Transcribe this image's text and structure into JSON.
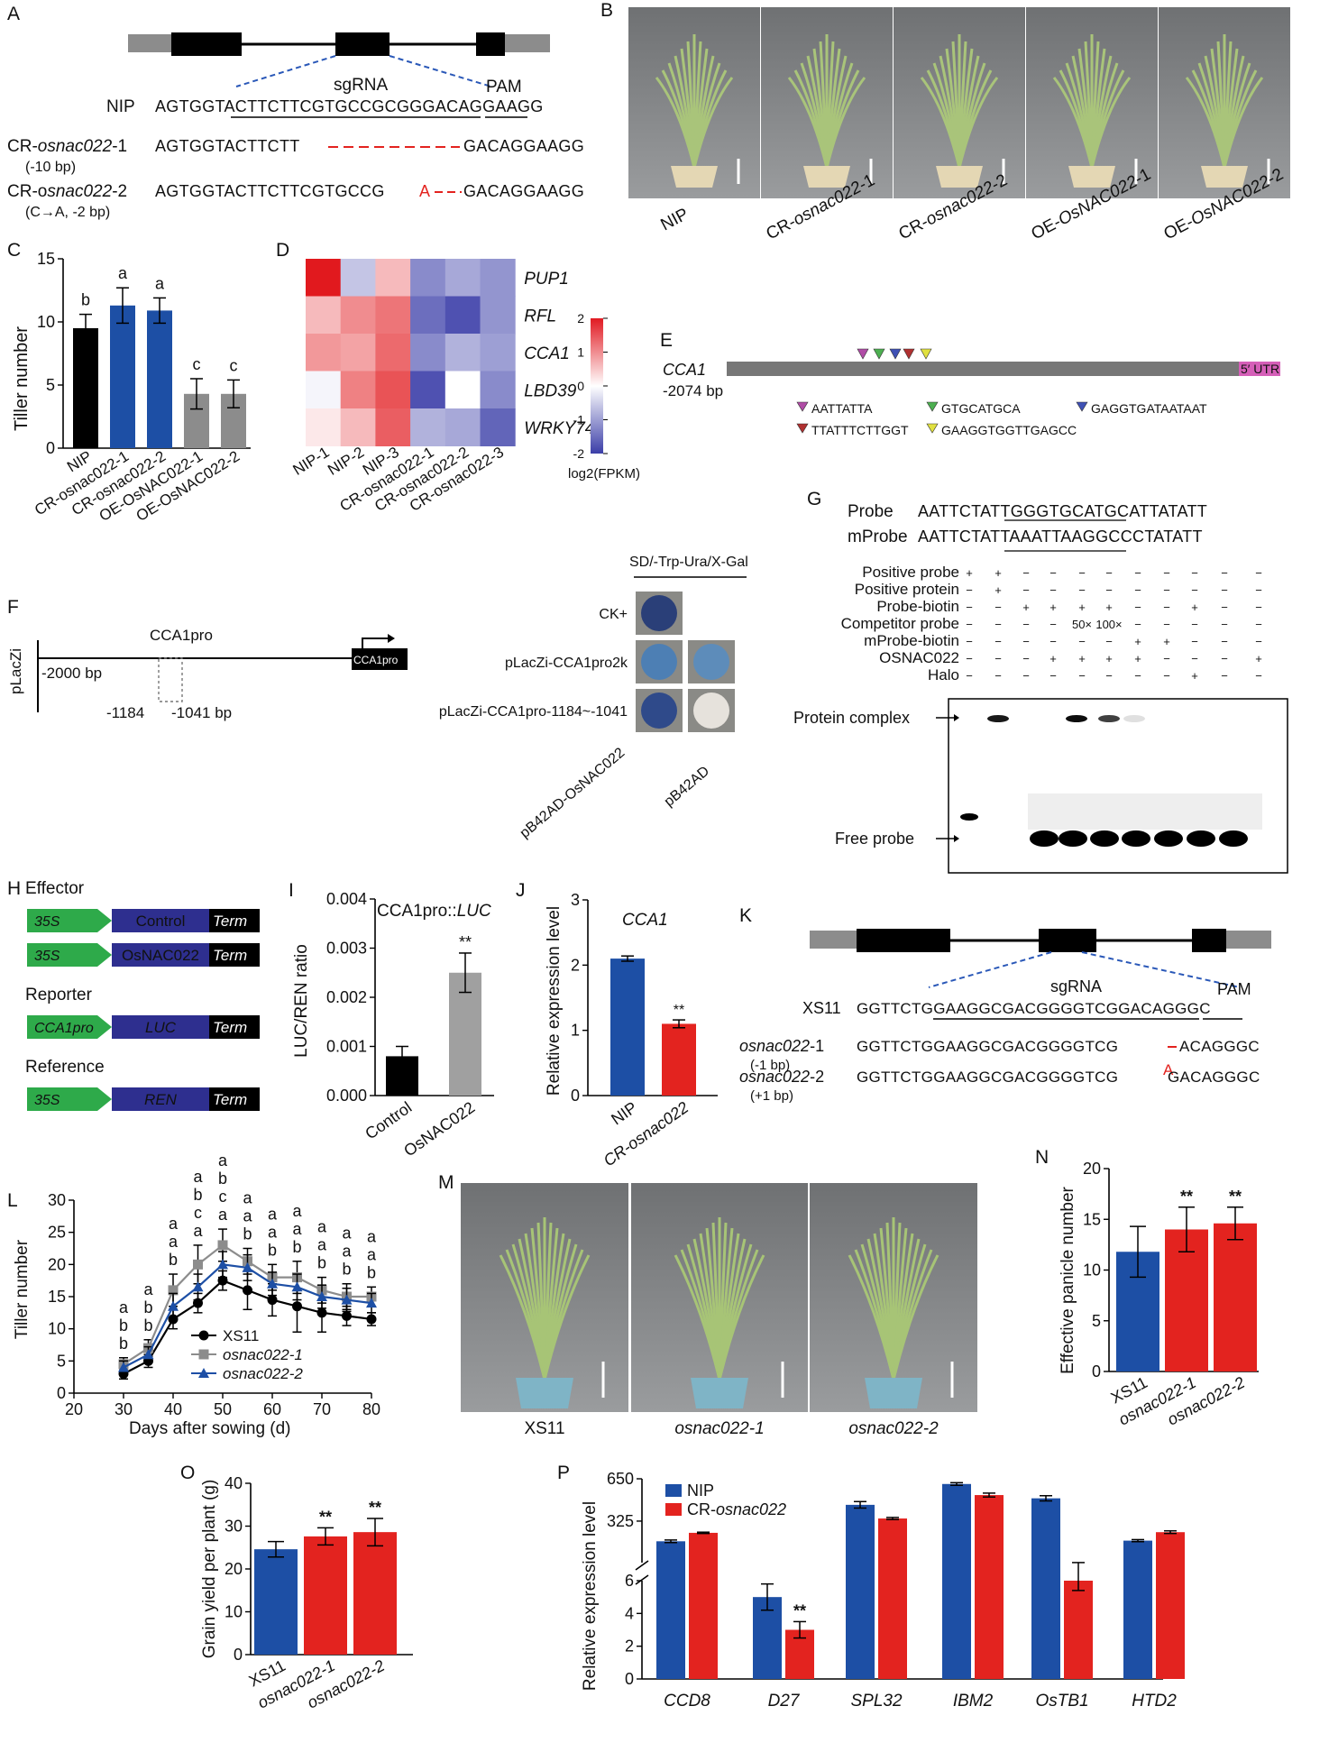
{
  "panels": {
    "A": {
      "letter": "A",
      "sgrna": "sgRNA",
      "pam": "PAM",
      "rows": [
        {
          "name": "NIP",
          "seq_pre": "AGTGGT",
          "seq_sg": "ACTTCTTCGTGCCGCGGGAC",
          "seq_pam": "AGG",
          "seq_post": "AAGG"
        },
        {
          "name_pre": "CR-",
          "name_it": "osnac022",
          "name_post": "-1",
          "note": "(-10 bp)",
          "seq_pre": "AGTGGTACTTCTT",
          "seq_post": "GACAGGAAGG"
        },
        {
          "name_pre": "CR-o",
          "name_it": "snac022",
          "name_post": "-2",
          "note": "(C→A, -2 bp)",
          "seq_pre": "AGTGGTACTTCTTCGTGCCG",
          "mut": "A",
          "seq_post": "GACAGGAAGG"
        }
      ]
    },
    "B": {
      "letter": "B",
      "labels": [
        "NIP",
        "CR-osnac022-1",
        "CR-osnac022-2",
        "OE-OsNAC022-1",
        "OE-OsNAC022-2"
      ]
    },
    "C": {
      "letter": "C",
      "ylabel": "Tiller number",
      "yticks": [
        "0",
        "5",
        "10",
        "15"
      ],
      "xlabels": [
        "NIP",
        "CR-osnac022-1",
        "CR-osnac022-2",
        "OE-OsNAC022-1",
        "OE-OsNAC022-2"
      ],
      "letters": [
        "b",
        "a",
        "a",
        "c",
        "c"
      ]
    },
    "D": {
      "letter": "D",
      "genes": [
        "PUP1",
        "RFL",
        "CCA1",
        "LBD39",
        "WRKY74"
      ],
      "samples": [
        "NIP-1",
        "NIP-2",
        "NIP-3",
        "CR-osnac022-1",
        "CR-osnac022-2",
        "CR-osnac022-3"
      ],
      "scale_ticks": [
        "2",
        "1",
        "0",
        "-1",
        "-2"
      ],
      "scale_label": "log2(FPKM)"
    },
    "E": {
      "letter": "E",
      "gene": "CCA1",
      "start": "-2074 bp",
      "utr": "5′ UTR",
      "motifs": [
        {
          "seq": "AATTATTA",
          "color": "#b04ca6"
        },
        {
          "seq": "GTGCATGCA",
          "color": "#4caf50"
        },
        {
          "seq": "GAGGTGATAATAAT",
          "color": "#3f51b5"
        },
        {
          "seq": "TTATTTCTTGGT",
          "color": "#b03030"
        },
        {
          "seq": "GAAGGTGGTTGAGCC",
          "color": "#e0e040"
        }
      ]
    },
    "F": {
      "letter": "F",
      "vector": "pLacZi",
      "promoter": "CCA1pro",
      "box": "CCA1pro",
      "start": "-2000 bp",
      "frag_start": "-1184",
      "frag_end": "-1041 bp",
      "medium": "SD/-Trp-Ura/X-Gal",
      "rows": [
        "CK+",
        "pLacZi-CCA1pro2k",
        "pLacZi-CCA1pro-1184~-1041"
      ],
      "columns": [
        "pB42AD-OsNAC022",
        "pB42AD"
      ]
    },
    "G": {
      "letter": "G",
      "probe_name": "Probe",
      "probe_pre": "AATTCTATT",
      "probe_core": "GGGTGCATGCAT",
      "probe_post": "TATATT",
      "mprobe_name": "mProbe",
      "mprobe_pre": "AATTCTATT",
      "mprobe_core": "AAATTAAGGCCC",
      "mprobe_post": "TATATT",
      "conditions": [
        {
          "label": "Positive probe",
          "marks": [
            "+",
            "+",
            "−",
            "−",
            "−",
            "−",
            "−",
            "−",
            "−",
            "−",
            "−"
          ]
        },
        {
          "label": "Positive protein",
          "marks": [
            "−",
            "+",
            "−",
            "−",
            "−",
            "−",
            "−",
            "−",
            "−",
            "−",
            "−"
          ]
        },
        {
          "label": "Probe-biotin",
          "marks": [
            "−",
            "−",
            "+",
            "+",
            "+",
            "+",
            "−",
            "−",
            "+",
            "−",
            "−"
          ]
        },
        {
          "label": "Competitor probe",
          "marks": [
            "−",
            "−",
            "−",
            "−",
            "50×",
            "100×",
            "−",
            "−",
            "−",
            "−",
            "−"
          ]
        },
        {
          "label": "mProbe-biotin",
          "marks": [
            "−",
            "−",
            "−",
            "−",
            "−",
            "−",
            "+",
            "+",
            "−",
            "−",
            "−"
          ]
        },
        {
          "label": "OSNAC022",
          "marks": [
            "−",
            "−",
            "−",
            "+",
            "+",
            "+",
            "+",
            "−",
            "−",
            "−",
            "+"
          ]
        },
        {
          "label": "Halo",
          "marks": [
            "−",
            "−",
            "−",
            "−",
            "−",
            "−",
            "−",
            "−",
            "+",
            "−",
            "−"
          ]
        }
      ],
      "complex_label": "Protein complex",
      "free_label": "Free probe"
    },
    "H": {
      "letter": "H",
      "groups": [
        {
          "title": "Effector",
          "constructs": [
            [
              "35S",
              "Control",
              "Term"
            ],
            [
              "35S",
              "OsNAC022",
              "Term"
            ]
          ]
        },
        {
          "title": "Reporter",
          "constructs": [
            [
              "CCA1pro",
              "LUC",
              "Term"
            ]
          ]
        },
        {
          "title": "Reference",
          "constructs": [
            [
              "35S",
              "REN",
              "Term"
            ]
          ]
        }
      ]
    },
    "I": {
      "letter": "I",
      "title_pre": "CCA1pro::",
      "title_it": "LUC",
      "ylabel": "LUC/REN ratio",
      "yticks": [
        "0.000",
        "0.001",
        "0.002",
        "0.003",
        "0.004"
      ],
      "xlabels": [
        "Control",
        "OsNAC022"
      ],
      "sig": "**"
    },
    "J": {
      "letter": "J",
      "title": "CCA1",
      "ylabel": "Relative expression level",
      "yticks": [
        "0",
        "1",
        "2",
        "3"
      ],
      "xlabels": [
        "NIP",
        "CR-osnac022"
      ],
      "sig": "**"
    },
    "K": {
      "letter": "K",
      "sgrna": "sgRNA",
      "pam": "PAM",
      "rows": [
        {
          "name": "XS11",
          "seq_pre": "GGTTCTG",
          "seq_sg": "GAAGGCGACGGGGTCGGAC",
          "seq_pam": "AGG",
          "seq_post": "GC"
        },
        {
          "name_it": "osnac022",
          "name_post": "-1",
          "note": "(-1 bp)",
          "seq_pre": "GGTTCTGGAAGGCGACGGGGTCG",
          "seq_post": "ACAGGGC"
        },
        {
          "name_it": "osnac022",
          "name_post": "-2",
          "note": "(+1 bp)",
          "seq_pre": "GGTTCTGGAAGGCGACGGGGTCG",
          "mut": "A",
          "seq_post": "GACAGGGC"
        }
      ]
    },
    "L": {
      "letter": "L",
      "ylabel": "Tiller number",
      "xlabel": "Days after sowing (d)",
      "yticks": [
        "0",
        "5",
        "10",
        "15",
        "20",
        "25",
        "30"
      ],
      "xticks": [
        "20",
        "30",
        "40",
        "50",
        "60",
        "70",
        "80"
      ],
      "legend": [
        "XS11",
        "osnac022-1",
        "osnac022-2"
      ],
      "sig_groups": [
        [
          "a",
          "b",
          "b"
        ],
        [
          "a",
          "b",
          "b"
        ],
        [
          "a",
          "a",
          "b"
        ],
        [
          "a",
          "b",
          "c",
          "a"
        ],
        [
          "a",
          "b",
          "c",
          "a"
        ],
        [
          "a",
          "a",
          "b"
        ],
        [
          "a",
          "a",
          "b"
        ],
        [
          "a",
          "a",
          "b"
        ],
        [
          "a",
          "a",
          "b"
        ],
        [
          "a",
          "a",
          "b"
        ],
        [
          "a",
          "a",
          "b"
        ]
      ]
    },
    "M": {
      "letter": "M",
      "labels": [
        "XS11",
        "osnac022-1",
        "osnac022-2"
      ]
    },
    "N": {
      "letter": "N",
      "ylabel": "Effective panicle number",
      "yticks": [
        "0",
        "5",
        "10",
        "15",
        "20"
      ],
      "xlabels": [
        "XS11",
        "osnac022-1",
        "osnac022-2"
      ],
      "sig": [
        "",
        "**",
        "**"
      ]
    },
    "O": {
      "letter": "O",
      "ylabel": "Grain yield per plant (g)",
      "yticks": [
        "0",
        "10",
        "20",
        "30",
        "40"
      ],
      "xlabels": [
        "XS11",
        "osnac022-1",
        "osnac022-2"
      ],
      "sig": [
        "",
        "**",
        "**"
      ]
    },
    "P": {
      "letter": "P",
      "ylabel": "Relative expression level",
      "yticks_top": [
        "325",
        "650"
      ],
      "yticks_bottom": [
        "0",
        "2",
        "4",
        "6"
      ],
      "legend": [
        "NIP",
        "CR-osnac022"
      ],
      "genes": [
        "CCD8",
        "D27",
        "SPL32",
        "IBM2",
        "OsTB1",
        "HTD2"
      ],
      "sig": "**"
    }
  },
  "colors": {
    "blue": "#1d4fa5",
    "red": "#e3231f",
    "grey": "#8c8c8c",
    "black": "#000000",
    "green": "#2eaa4a",
    "navy": "#2e2f8f"
  },
  "chart_data": [
    {
      "type": "bar",
      "panel": "C",
      "ylabel": "Tiller number",
      "ylim": [
        0,
        15
      ],
      "categories": [
        "NIP",
        "CR-osnac022-1",
        "CR-osnac022-2",
        "OE-OsNAC022-1",
        "OE-OsNAC022-2"
      ],
      "values": [
        9.5,
        11.3,
        10.9,
        4.3,
        4.3
      ],
      "errors": [
        1.1,
        1.4,
        1.0,
        1.2,
        1.1
      ],
      "colors": [
        "#000000",
        "#1d4fa5",
        "#1d4fa5",
        "#8c8c8c",
        "#8c8c8c"
      ]
    },
    {
      "type": "heatmap",
      "panel": "D",
      "zlim": [
        -2,
        2
      ],
      "rows": [
        "PUP1",
        "RFL",
        "CCA1",
        "LBD39",
        "WRKY74"
      ],
      "columns": [
        "NIP-1",
        "NIP-2",
        "NIP-3",
        "CR-osnac022-1",
        "CR-osnac022-2",
        "CR-osnac022-3"
      ],
      "values": [
        [
          2.0,
          -0.6,
          0.6,
          -1.2,
          -0.9,
          -1.1
        ],
        [
          0.6,
          1.0,
          1.2,
          -1.5,
          -1.8,
          -1.1
        ],
        [
          0.9,
          0.8,
          1.3,
          -1.2,
          -0.8,
          -1.0
        ],
        [
          -0.1,
          1.1,
          1.5,
          -1.8,
          0.0,
          -1.2
        ],
        [
          0.2,
          0.6,
          1.4,
          -0.8,
          -0.9,
          -1.6
        ]
      ]
    },
    {
      "type": "bar",
      "panel": "I",
      "title": "CCA1pro::LUC",
      "ylabel": "LUC/REN ratio",
      "ylim": [
        0,
        0.004
      ],
      "categories": [
        "Control",
        "OsNAC022"
      ],
      "values": [
        0.0008,
        0.0025
      ],
      "errors": [
        0.0002,
        0.0004
      ],
      "colors": [
        "#000000",
        "#a0a0a0"
      ]
    },
    {
      "type": "bar",
      "panel": "J",
      "title": "CCA1",
      "ylabel": "Relative expression level",
      "ylim": [
        0,
        3
      ],
      "categories": [
        "NIP",
        "CR-osnac022"
      ],
      "values": [
        2.1,
        1.1
      ],
      "errors": [
        0.04,
        0.06
      ],
      "colors": [
        "#1d4fa5",
        "#e3231f"
      ]
    },
    {
      "type": "line",
      "panel": "L",
      "xlabel": "Days after sowing (d)",
      "ylabel": "Tiller number",
      "xlim": [
        20,
        80
      ],
      "ylim": [
        0,
        30
      ],
      "x": [
        30,
        35,
        40,
        45,
        50,
        55,
        60,
        65,
        70,
        75,
        80
      ],
      "series": [
        {
          "name": "XS11",
          "values": [
            3,
            5,
            11.5,
            14,
            17.5,
            16,
            14.5,
            13.5,
            12.5,
            12,
            11.5
          ],
          "errors": [
            0.8,
            1.0,
            1.5,
            1.5,
            1.5,
            3.0,
            2.5,
            4.0,
            3.0,
            1.5,
            1.0
          ],
          "color": "#000000",
          "marker": "circle"
        },
        {
          "name": "osnac022-1",
          "values": [
            4.5,
            7,
            16,
            20,
            23,
            20.5,
            18,
            18,
            16,
            15,
            15
          ],
          "errors": [
            1.0,
            1.3,
            2.5,
            3.0,
            2.5,
            2.0,
            2.0,
            2.5,
            2.0,
            2.0,
            1.5
          ],
          "color": "#8c8c8c",
          "marker": "square"
        },
        {
          "name": "osnac022-2",
          "values": [
            4,
            6,
            13.5,
            16.5,
            20,
            19.5,
            17,
            16.5,
            15,
            14.5,
            14
          ],
          "errors": [
            1.0,
            1.2,
            2.0,
            2.0,
            2.0,
            2.0,
            1.8,
            2.0,
            1.8,
            1.8,
            1.5
          ],
          "color": "#1d4fa5",
          "marker": "triangle"
        }
      ]
    },
    {
      "type": "bar",
      "panel": "N",
      "ylabel": "Effective panicle number",
      "ylim": [
        0,
        20
      ],
      "categories": [
        "XS11",
        "osnac022-1",
        "osnac022-2"
      ],
      "values": [
        11.8,
        14,
        14.6
      ],
      "errors": [
        2.5,
        2.2,
        1.6
      ],
      "colors": [
        "#1d4fa5",
        "#e3231f",
        "#e3231f"
      ]
    },
    {
      "type": "bar",
      "panel": "O",
      "ylabel": "Grain yield per plant (g)",
      "ylim": [
        0,
        40
      ],
      "categories": [
        "XS11",
        "osnac022-1",
        "osnac022-2"
      ],
      "values": [
        24.6,
        27.6,
        28.6
      ],
      "errors": [
        1.8,
        2.0,
        3.2
      ],
      "colors": [
        "#1d4fa5",
        "#e3231f",
        "#e3231f"
      ]
    },
    {
      "type": "bar",
      "panel": "P",
      "ylabel": "Relative expression level",
      "categories": [
        "CCD8",
        "D27",
        "SPL32",
        "IBM2",
        "OsTB1",
        "HTD2"
      ],
      "axis_break": [
        6,
        650
      ],
      "series": [
        {
          "name": "NIP",
          "values": [
            170,
            5,
            450,
            610,
            500,
            175
          ],
          "errors": [
            10,
            0.8,
            25,
            10,
            20,
            8
          ],
          "color": "#1d4fa5"
        },
        {
          "name": "CR-osnac022",
          "values": [
            235,
            3,
            345,
            525,
            6,
            240
          ],
          "errors": [
            5,
            0.5,
            8,
            15,
            0.6,
            10
          ],
          "color": "#e3231f"
        }
      ]
    }
  ]
}
